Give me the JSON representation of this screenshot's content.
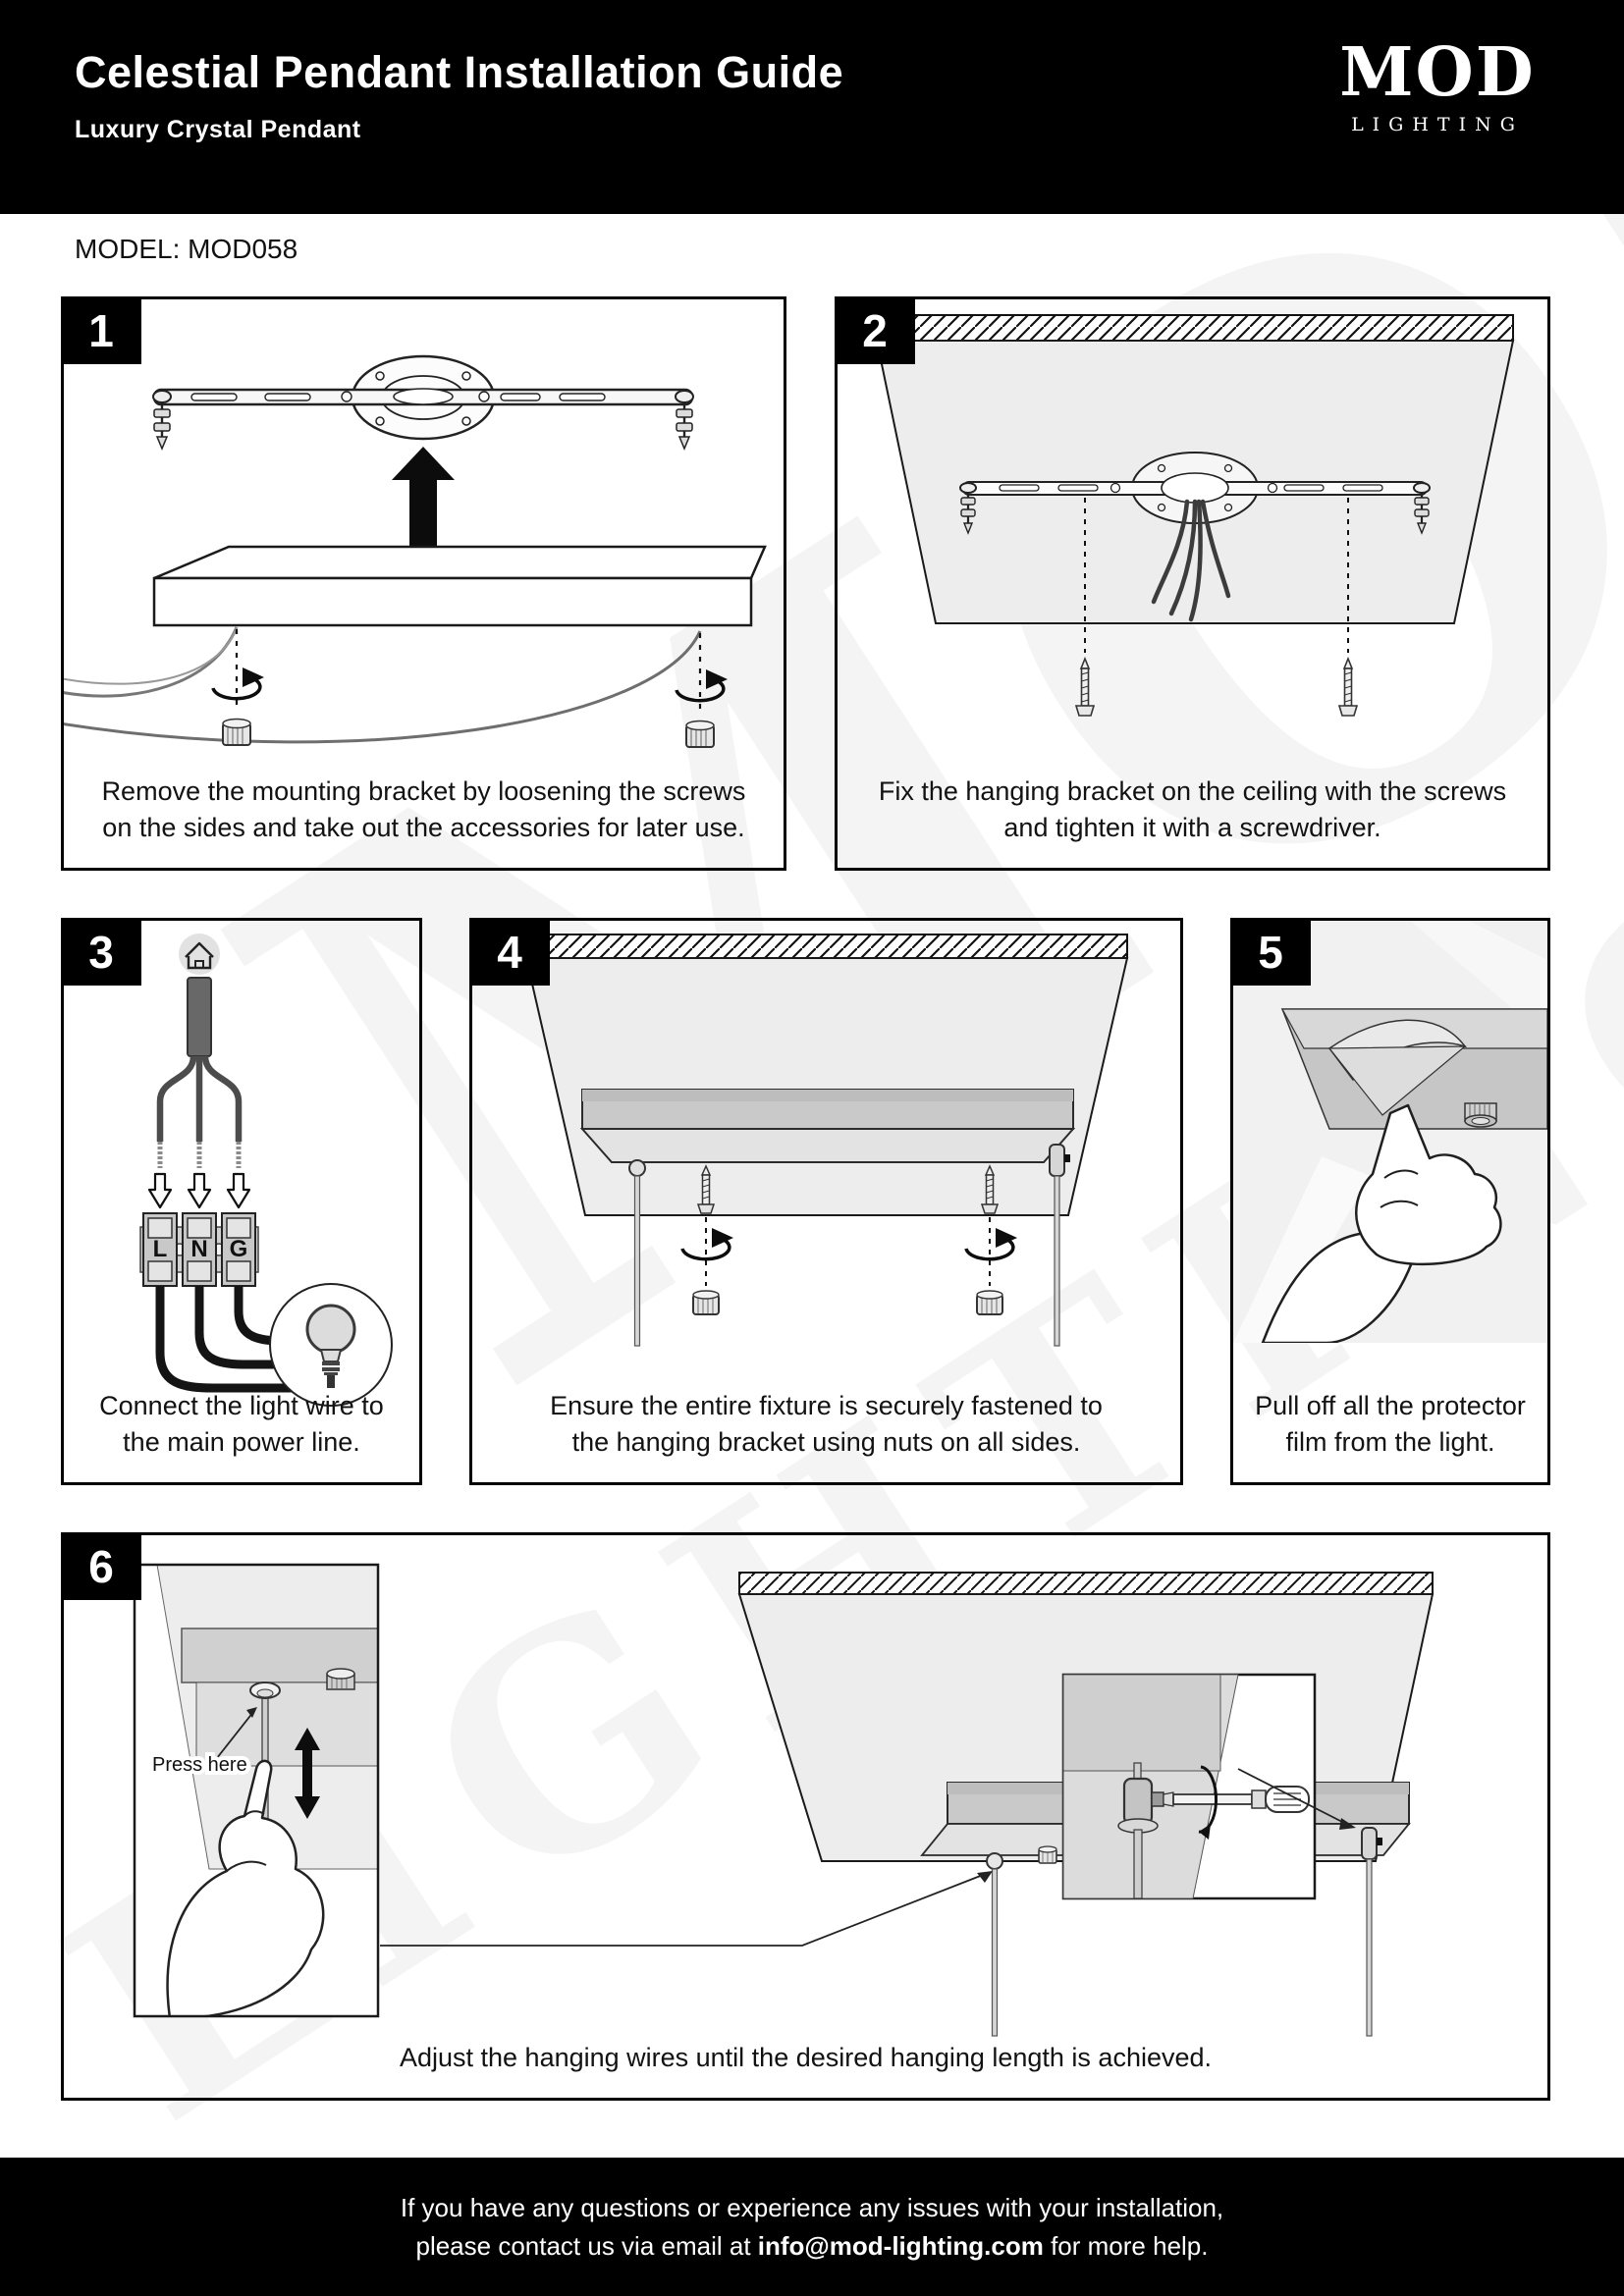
{
  "header": {
    "title": "Celestial Pendant Installation Guide",
    "subtitle": "Luxury Crystal Pendant",
    "logo_primary": "MOD",
    "logo_secondary": "LIGHTING"
  },
  "model_line": "MODEL: MOD058",
  "steps": [
    {
      "number": "1",
      "caption": "Remove the mounting bracket by loosening the screws on the sides and take out the accessories for later use."
    },
    {
      "number": "2",
      "caption": "Fix the hanging bracket on the ceiling with the screws and tighten it with a screwdriver."
    },
    {
      "number": "3",
      "caption": "Connect the light wire to the main power line."
    },
    {
      "number": "4",
      "caption": "Ensure the entire fixture is securely fastened to the hanging bracket using nuts on all sides."
    },
    {
      "number": "5",
      "caption": "Pull off all the protector film from the light."
    },
    {
      "number": "6",
      "caption": "Adjust the hanging wires until the desired hanging length is achieved.",
      "annotation": "Press here"
    }
  ],
  "wiring_terminals": [
    "L",
    "N",
    "G"
  ],
  "footer": {
    "line1": "If you have any questions or experience any issues with your installation,",
    "line2_prefix": "please contact us via email at ",
    "email": "info@mod-lighting.com",
    "line2_suffix": " for more help."
  },
  "watermark": {
    "primary": "MOD",
    "secondary": "LIGHTING"
  },
  "colors": {
    "header_bg": "#000000",
    "panel_border": "#000000",
    "ceiling_gray": "#ededed",
    "canopy_gray": "#c9c9c9",
    "cable_gray": "#686868",
    "text_color": "#121212"
  }
}
